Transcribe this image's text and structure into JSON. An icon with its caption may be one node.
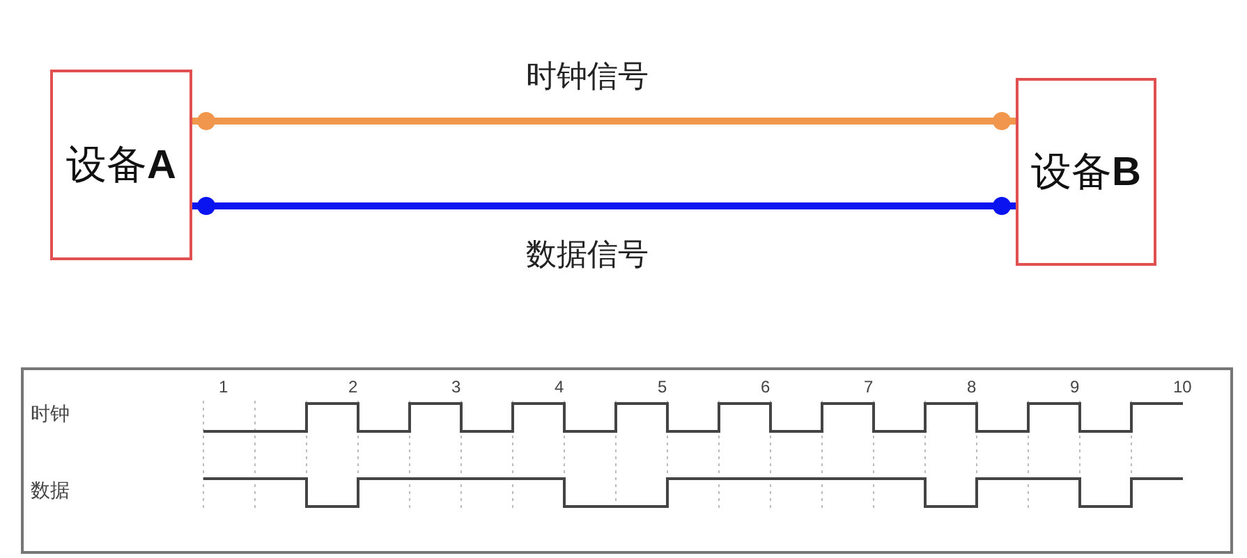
{
  "diagram": {
    "nodes": [
      {
        "text": [
          "设备**A**"
        ]
      },
      {
        "text": [
          "设备**B**"
        ]
      }
    ],
    "edges": [
      {
        "from": 0,
        "to": 1,
        "arrow": "other",
        "label": "时钟信号",
        "color": "#f0974d"
      },
      {
        "from": 0,
        "to": 1,
        "arrow": "other",
        "label": "数据信号",
        "color": "#0a14f0"
      }
    ],
    "labels": [
      "1",
      "2",
      "3",
      "4",
      "5",
      "6",
      "7",
      "8",
      "9",
      "10",
      "时钟",
      "数据"
    ]
  }
}
